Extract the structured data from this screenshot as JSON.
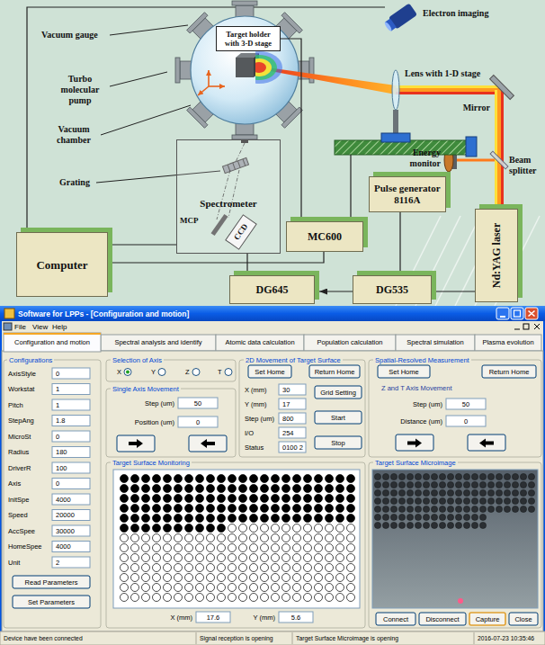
{
  "diagram": {
    "nodes": [
      {
        "text": [
          "Target holder with 3-D stage"
        ]
      },
      {
        "text": [
          "Spectrometer"
        ]
      },
      {
        "text": [
          "Pulse generator",
          "8116A"
        ]
      },
      {
        "text": [
          "MC600"
        ]
      },
      {
        "text": [
          "Nd:YAG laser"
        ]
      },
      {
        "text": [
          "Computer"
        ]
      },
      {
        "text": [
          "DG645"
        ]
      },
      {
        "text": [
          "DG535"
        ]
      }
    ],
    "edges": [
      {
        "from": 5,
        "to": 1,
        "arrow": "none"
      },
      {
        "from": 5,
        "to": 3,
        "arrow": "none"
      },
      {
        "from": 3,
        "to": 0,
        "arrow": "none"
      },
      {
        "from": 6,
        "to": 1,
        "arrow": "none"
      },
      {
        "from": 7,
        "to": 6,
        "arrow": "to"
      },
      {
        "from": 2,
        "to": 7,
        "arrow": "none"
      },
      {
        "from": 7,
        "to": 4,
        "arrow": "none"
      }
    ],
    "labels": [
      "Vacuum gauge",
      "Turbo molecular pump",
      "Vacuum chamber",
      "Electron imaging",
      "Lens with 1-D stage",
      "Mirror",
      "Energy monitor",
      "Beam splitter",
      "Grating",
      "MCP",
      "CCD",
      "Software for LPPs - [Configuration and motion]",
      "File",
      "View",
      "Help",
      "Configuration and motion",
      "Spectral analysis and identify",
      "Atomic data calculation",
      "Population calculation",
      "Spectral simulation",
      "Plasma evolution",
      "Configurations",
      "AxisStyle",
      "0",
      "Workstat",
      "1",
      "Pitch",
      "1",
      "StepAng",
      "1.8",
      "MicroSt",
      "0",
      "Radius",
      "180",
      "DriverR",
      "100",
      "Axis",
      "0",
      "InitSpe",
      "4000",
      "Speed",
      "20000",
      "AccSpee",
      "30000",
      "HomeSpee",
      "4000",
      "Unit",
      "2",
      "Read Parameters",
      "Set Parameters",
      "Selection of Axis",
      "X",
      "Y",
      "Z",
      "T",
      "Single Axis Movement",
      "Step (um)",
      "50",
      "Position (um)",
      "0",
      "2D Movement of Target Surface",
      "Set Home",
      "Return Home",
      "X (mm)",
      "30",
      "Y (mm)",
      "17",
      "Step (um)",
      "800",
      "I/O",
      "254",
      "Status",
      "0100 2",
      "Grid Setting",
      "Start",
      "Stop",
      "Spatial-Resolved Measurement",
      "Set Home",
      "Return Home",
      "Z and T Axis Movement",
      "Step (um)",
      "50",
      "Distance (um)",
      "0",
      "Target Surface Monitoring",
      "X (mm)",
      "17.6",
      "Y (mm)",
      "5.6",
      "Target Surface Microimage",
      "Connect",
      "Disconnect",
      "Capture",
      "Close",
      "Device have been connected",
      "Signal reception is opening",
      "Target Surface Microimage is opening",
      "2016-07-23 10:35:46"
    ]
  }
}
